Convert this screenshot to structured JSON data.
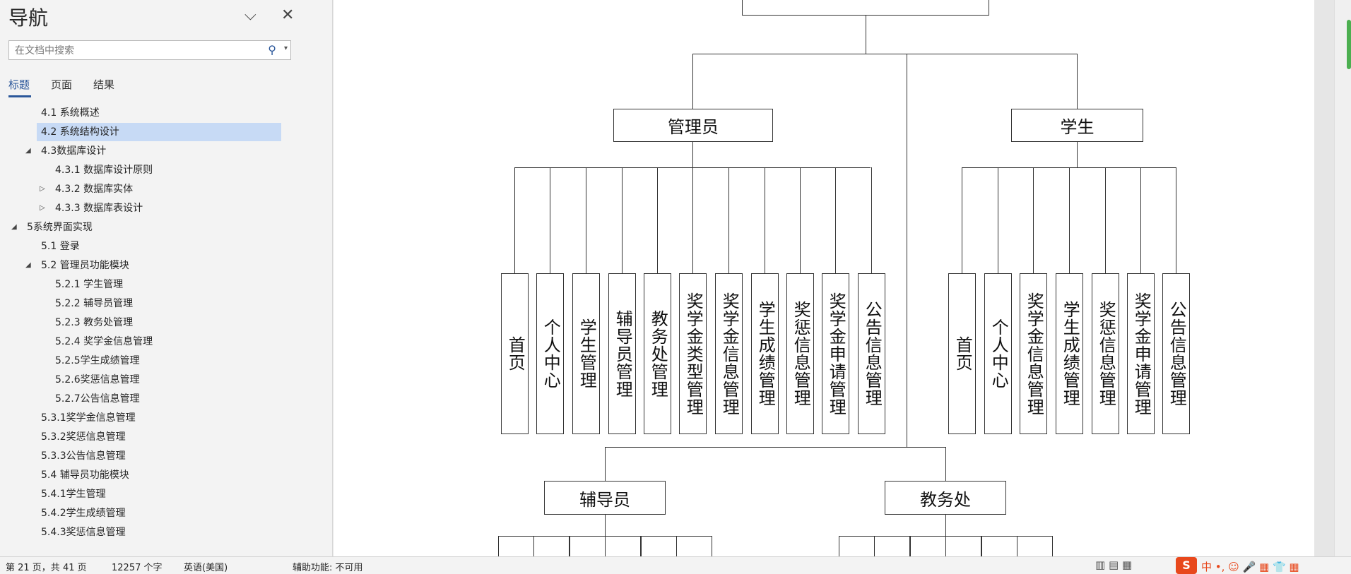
{
  "nav": {
    "title": "导航",
    "collapse_glyph": "⌵",
    "close_glyph": "✕",
    "search_placeholder": "在文档中搜索",
    "search_icon_glyph": "⚲",
    "search_drop_glyph": "▾",
    "tabs": [
      "标题",
      "页面",
      "结果"
    ],
    "headings": [
      {
        "text": "4.1 系统概述"
      },
      {
        "text": "4.2 系统结构设计"
      },
      {
        "text": "4.3数据库设计",
        "toggle": "◢"
      },
      {
        "text": "4.3.1 数据库设计原则"
      },
      {
        "text": "4.3.2 数据库实体",
        "toggle": "▷"
      },
      {
        "text": "4.3.3 数据库表设计",
        "toggle": "▷"
      },
      {
        "text": "5系统界面实现",
        "toggle": "◢"
      },
      {
        "text": "5.1 登录"
      },
      {
        "text": "5.2  管理员功能模块",
        "toggle": "◢"
      },
      {
        "text": "5.2.1 学生管理"
      },
      {
        "text": "5.2.2 辅导员管理"
      },
      {
        "text": "5.2.3 教务处管理"
      },
      {
        "text": "5.2.4 奖学金信息管理"
      },
      {
        "text": "5.2.5学生成绩管理"
      },
      {
        "text": "5.2.6奖惩信息管理"
      },
      {
        "text": "5.2.7公告信息管理"
      },
      {
        "text": "5.3.1奖学金信息管理"
      },
      {
        "text": "5.3.2奖惩信息管理"
      },
      {
        "text": "5.3.3公告信息管理"
      },
      {
        "text": "5.4 辅导员功能模块"
      },
      {
        "text": "5.4.1学生管理"
      },
      {
        "text": "5.4.2学生成绩管理"
      },
      {
        "text": "5.4.3奖惩信息管理"
      }
    ]
  },
  "diagram": {
    "admin_label": "管理员",
    "student_label": "学生",
    "counselor_label": "辅导员",
    "academic_label": "教务处",
    "admin_modules": [
      "首页",
      "个人中心",
      "学生管理",
      "辅导员管理",
      "教务处管理",
      "奖学金类型管理",
      "奖学金信息管理",
      "学生成绩管理",
      "奖惩信息管理",
      "奖学金申请管理",
      "公告信息管理"
    ],
    "student_modules": [
      "首页",
      "个人中心",
      "奖学金信息管理",
      "学生成绩管理",
      "奖惩信息管理",
      "奖学金申请管理",
      "公告信息管理"
    ]
  },
  "status": {
    "page": "第 21 页，共 41 页",
    "words": "12257 个字",
    "lang": "英语(美国)",
    "access": "辅助功能: 不可用",
    "view_icons": "▥   ▤   ▦",
    "ime_badge": "S",
    "ime_icons": "中 •, ☺ 🎤 ▦ 👕 ▦"
  }
}
